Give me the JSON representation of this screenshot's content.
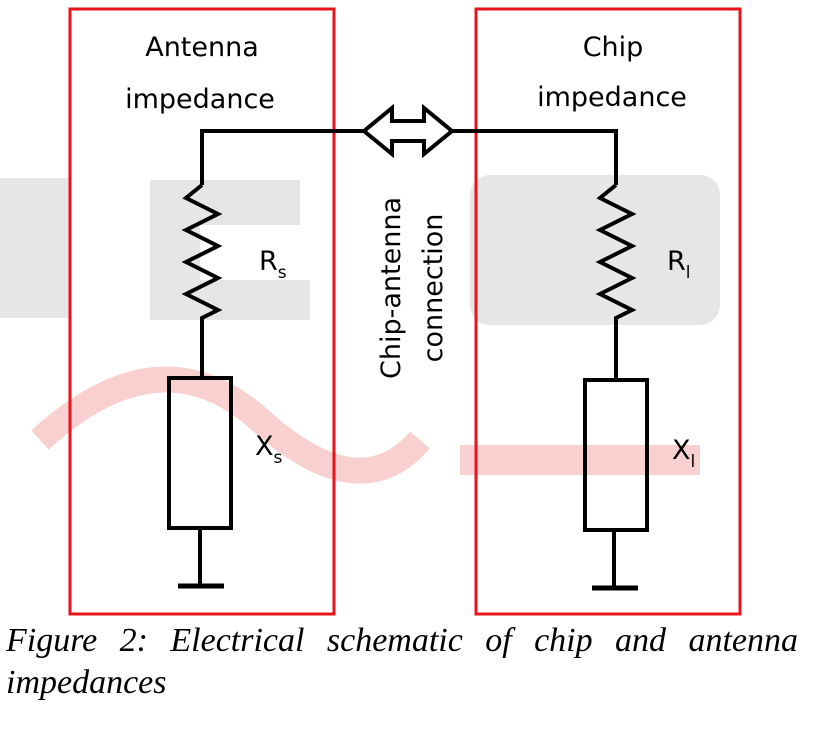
{
  "panels": {
    "antenna": {
      "title_line1": "Antenna",
      "title_line2": "impedance",
      "resistor": "R",
      "resistor_sub": "s",
      "reactance": "X",
      "reactance_sub": "s"
    },
    "chip": {
      "title_line1": "Chip",
      "title_line2": "impedance",
      "resistor": "R",
      "resistor_sub": "l",
      "reactance": "X",
      "reactance_sub": "l"
    }
  },
  "connection": {
    "line1": "Chip-antenna",
    "line2": "connection"
  },
  "caption": "Figure 2: Electrical schematic of chip and antenna impedances",
  "colors": {
    "box_border": "#e8141c",
    "wire": "#000000",
    "watermark_gray": "#dcdcdc",
    "watermark_red": "#f7c4c4"
  }
}
